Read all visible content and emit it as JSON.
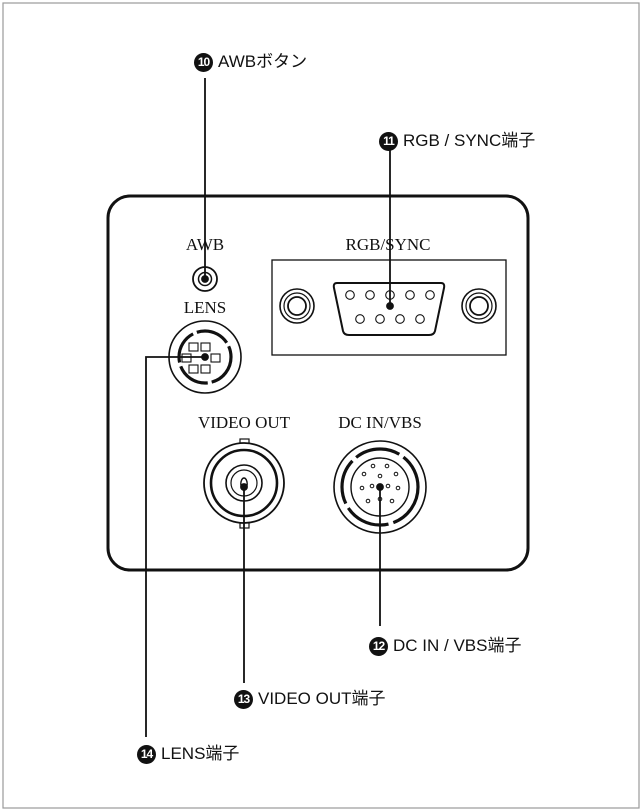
{
  "callouts": [
    {
      "num": "10",
      "text": "AWBボタン"
    },
    {
      "num": "11",
      "text": "RGB / SYNC端子"
    },
    {
      "num": "12",
      "text": "DC IN / VBS端子"
    },
    {
      "num": "13",
      "text": "VIDEO OUT端子"
    },
    {
      "num": "14",
      "text": "LENS端子"
    }
  ],
  "panel_labels": {
    "awb": "AWB",
    "rgb_sync": "RGB/SYNC",
    "lens": "LENS",
    "video_out": "VIDEO OUT",
    "dc_in": "DC IN/VBS"
  },
  "colors": {
    "line": "#111111",
    "background": "#ffffff"
  }
}
